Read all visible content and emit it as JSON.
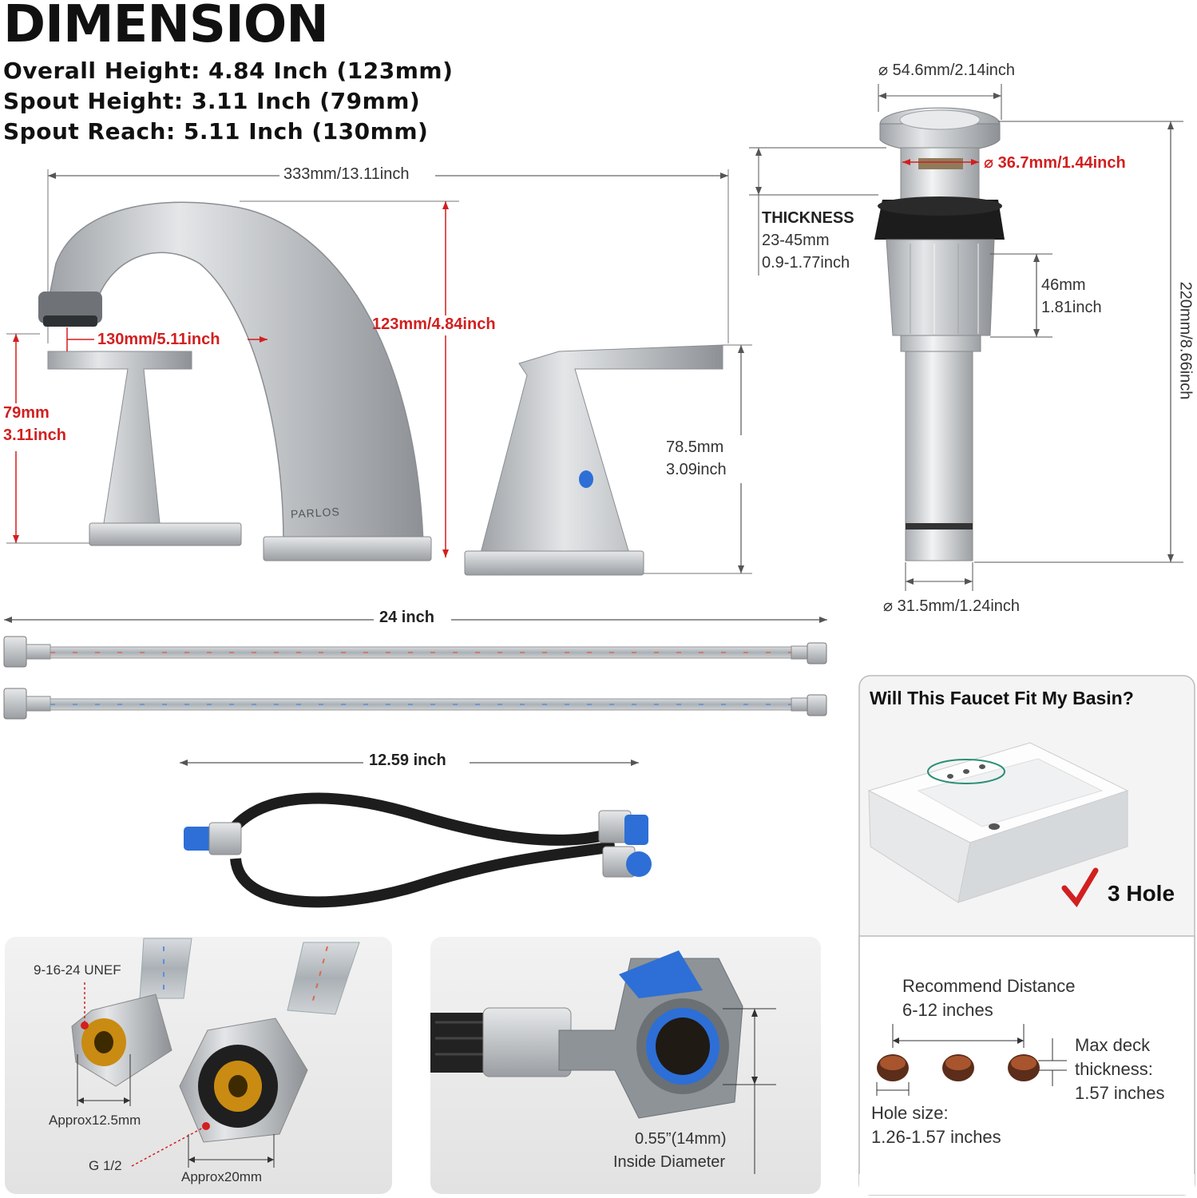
{
  "header": {
    "title": "DIMENSION",
    "overall_height": "Overall Height: 4.84 Inch (123mm)",
    "spout_height": "Spout Height: 3.11 Inch (79mm)",
    "spout_reach": "Spout Reach: 5.11 Inch (130mm)"
  },
  "faucet": {
    "width_label": "333mm/13.11inch",
    "reach_label": "130mm/5.11inch",
    "height_label": "123mm/4.84inch",
    "spout_height_mm": "79mm",
    "spout_height_in": "3.11inch",
    "handle_height_mm": "78.5mm",
    "handle_height_in": "3.09inch",
    "brand": "PARLOS"
  },
  "drain": {
    "top_diameter": "⌀ 54.6mm/2.14inch",
    "inner_diameter": "⌀ 36.7mm/1.44inch",
    "thickness_title": "THICKNESS",
    "thickness_mm": "23-45mm",
    "thickness_in": "0.9-1.77inch",
    "thread_mm": "46mm",
    "thread_in": "1.81inch",
    "total_height": "220mm/8.66inch",
    "bottom_diameter": "⌀ 31.5mm/1.24inch"
  },
  "hoses": {
    "supply_length": "24 inch",
    "connector_length": "12.59 inch"
  },
  "fittings": {
    "thread_spec": "9-16-24 UNEF",
    "approx_small": "Approx12.5mm",
    "thread_g": "G 1/2",
    "approx_large": "Approx20mm",
    "inside_dia_value": "0.55”(14mm)",
    "inside_dia_label": "Inside Diameter"
  },
  "basin_card": {
    "question": "Will This Faucet Fit My Basin?",
    "hole_count": "3 Hole",
    "recommend_title": "Recommend Distance",
    "recommend_value": "6-12 inches",
    "max_deck_1": "Max deck",
    "max_deck_2": "thickness:",
    "max_deck_3": "1.57 inches",
    "hole_size_title": "Hole size:",
    "hole_size_value": "1.26-1.57 inches"
  },
  "colors": {
    "accent_red": "#d21f1f",
    "chrome": "#c9cbcd",
    "blue": "#2d6fd6"
  }
}
